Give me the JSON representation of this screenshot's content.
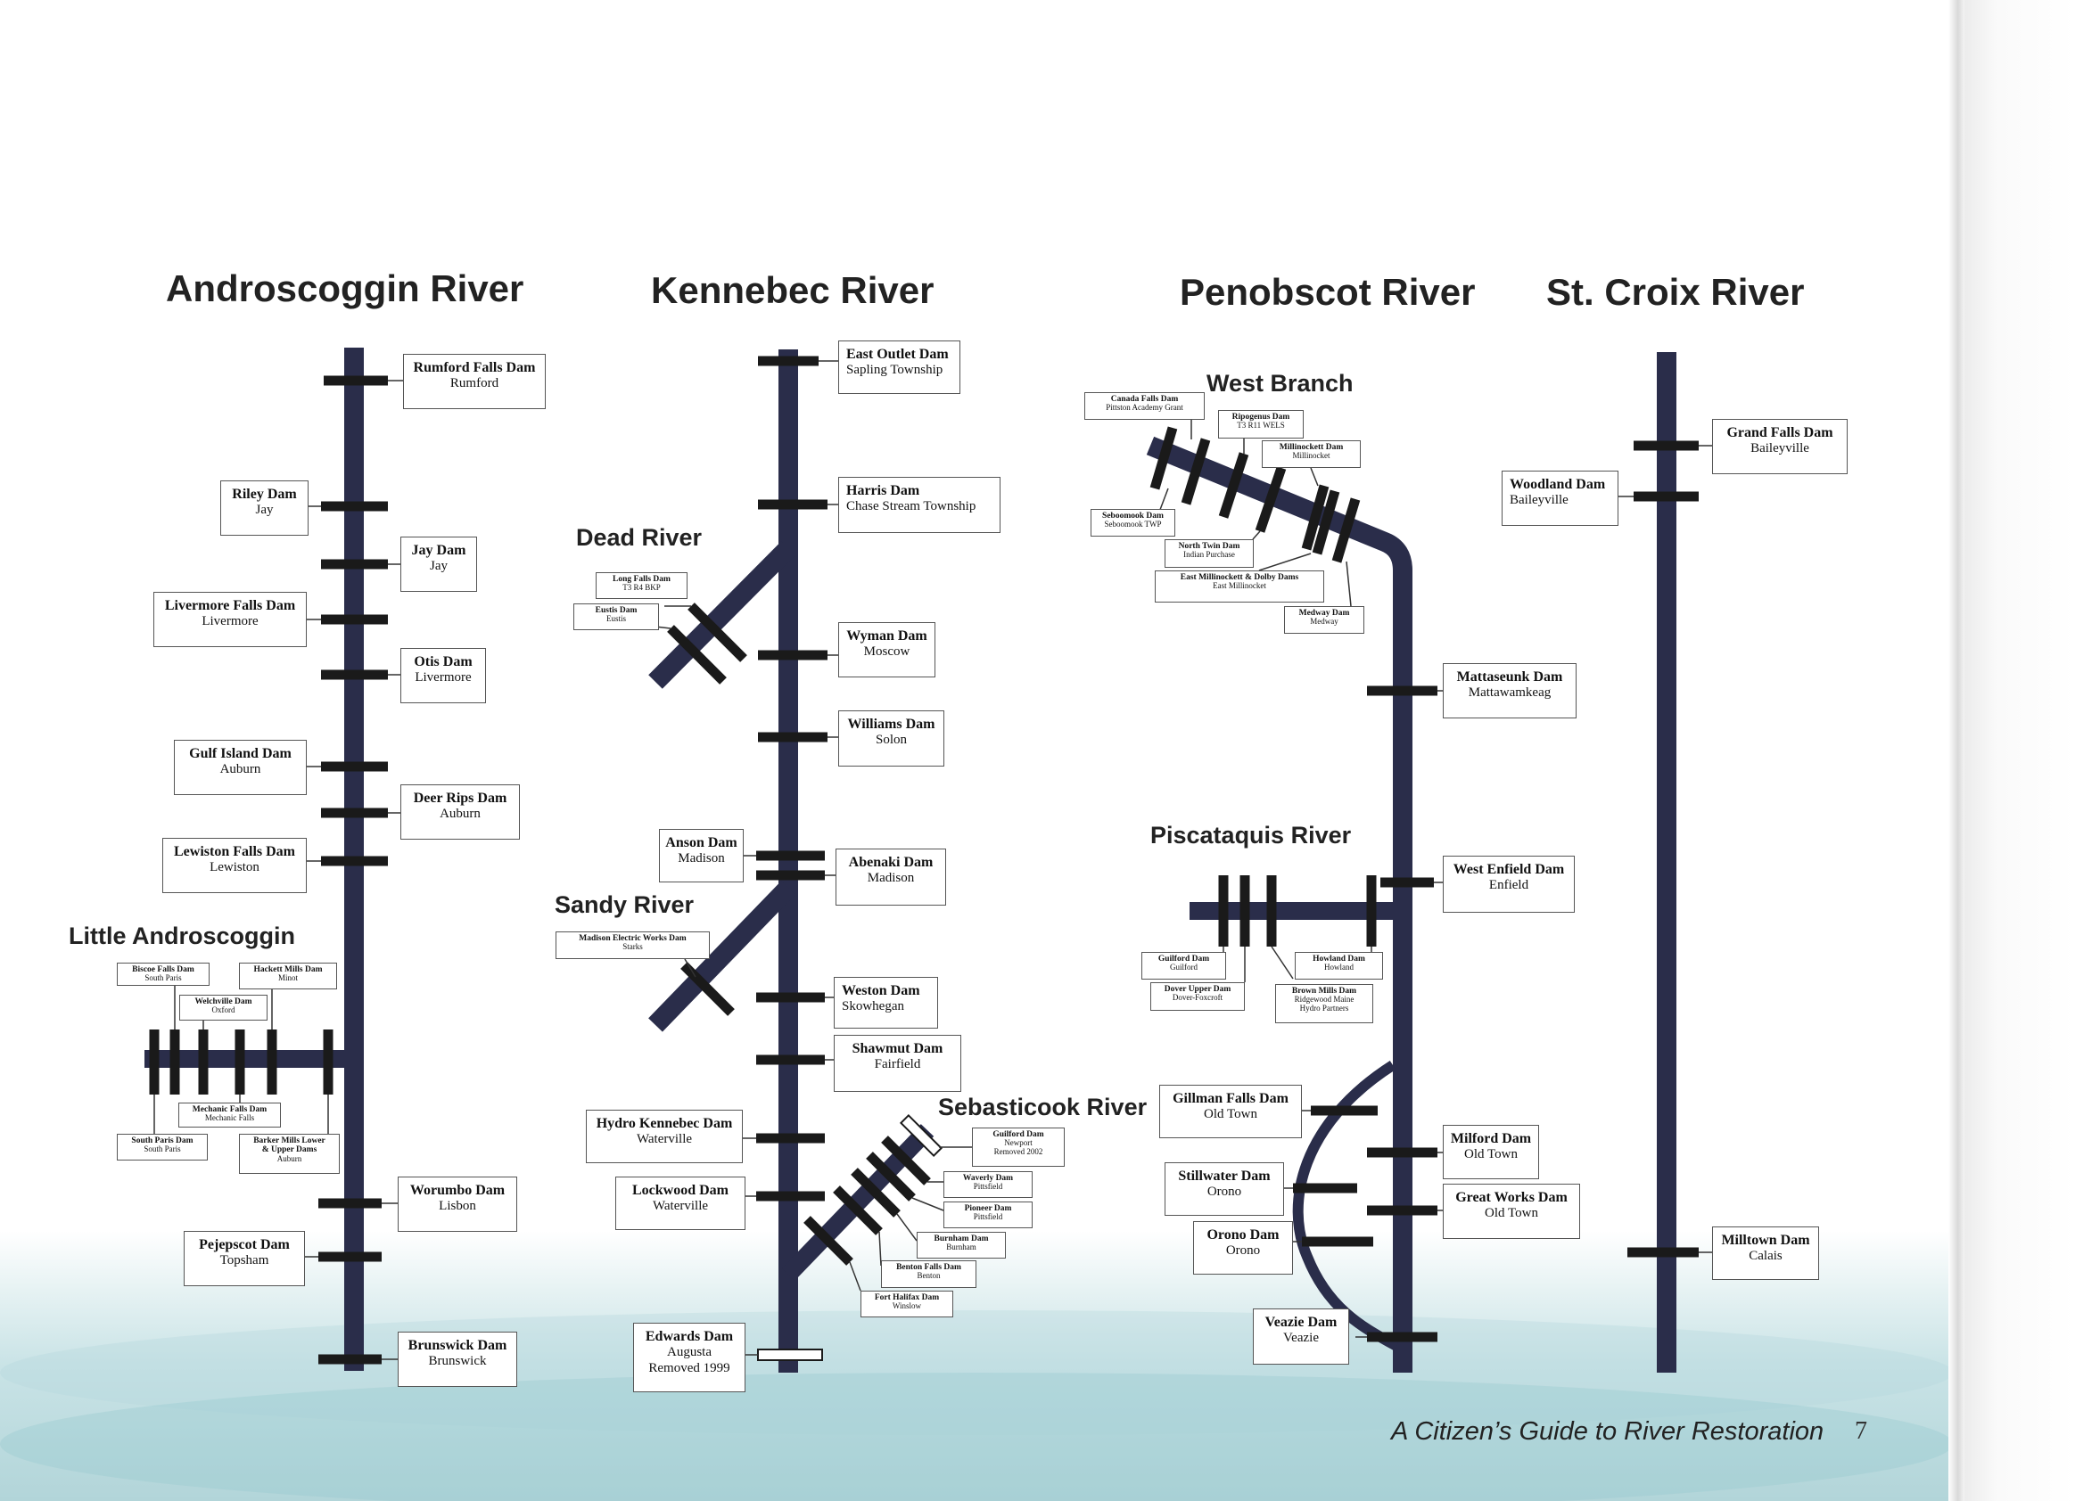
{
  "rivers": {
    "androscoggin": "Androscoggin River",
    "kennebec": "Kennebec River",
    "penobscot": "Penobscot River",
    "stcroix": "St. Croix River"
  },
  "tributaries": {
    "little_androscoggin": "Little Androscoggin",
    "dead": "Dead River",
    "sandy": "Sandy River",
    "sebasticook": "Sebasticook River",
    "west_branch": "West Branch",
    "piscataquis": "Piscataquis River"
  },
  "dams": {
    "rumford_falls": {
      "name": "Rumford Falls Dam",
      "location": "Rumford"
    },
    "riley": {
      "name": "Riley Dam",
      "location": "Jay"
    },
    "jay": {
      "name": "Jay Dam",
      "location": "Jay"
    },
    "livermore_falls": {
      "name": "Livermore Falls Dam",
      "location": "Livermore"
    },
    "otis": {
      "name": "Otis Dam",
      "location": "Livermore"
    },
    "gulf_island": {
      "name": "Gulf Island Dam",
      "location": "Auburn"
    },
    "deer_rips": {
      "name": "Deer Rips Dam",
      "location": "Auburn"
    },
    "lewiston_falls": {
      "name": "Lewiston Falls Dam",
      "location": "Lewiston"
    },
    "biscoe_falls": {
      "name": "Biscoe Falls Dam",
      "location": "South Paris"
    },
    "welchville": {
      "name": "Welchville Dam",
      "location": "Oxford"
    },
    "hackett_mills": {
      "name": "Hackett Mills Dam",
      "location": "Minot"
    },
    "mechanic_falls": {
      "name": "Mechanic Falls Dam",
      "location": "Mechanic Falls"
    },
    "south_paris": {
      "name": "South Paris Dam",
      "location": "South Paris"
    },
    "barker_mills": {
      "name": "Barker Mills Lower",
      "name2": "& Upper Dams",
      "location": "Auburn"
    },
    "worumbo": {
      "name": "Worumbo Dam",
      "location": "Lisbon"
    },
    "pejepscot": {
      "name": "Pejepscot Dam",
      "location": "Topsham"
    },
    "brunswick": {
      "name": "Brunswick Dam",
      "location": "Brunswick"
    },
    "east_outlet": {
      "name": "East Outlet Dam",
      "location": "Sapling Township"
    },
    "harris": {
      "name": "Harris Dam",
      "location": "Chase Stream Township"
    },
    "long_falls": {
      "name": "Long Falls Dam",
      "location": "T3 R4 BKP"
    },
    "eustis": {
      "name": "Eustis Dam",
      "location": "Eustis"
    },
    "wyman": {
      "name": "Wyman Dam",
      "location": "Moscow"
    },
    "williams": {
      "name": "Williams Dam",
      "location": "Solon"
    },
    "anson": {
      "name": "Anson Dam",
      "location": "Madison"
    },
    "abenaki": {
      "name": "Abenaki Dam",
      "location": "Madison"
    },
    "madison_electric": {
      "name": "Madison Electric Works Dam",
      "location": "Starks"
    },
    "weston": {
      "name": "Weston Dam",
      "location": "Skowhegan"
    },
    "shawmut": {
      "name": "Shawmut Dam",
      "location": "Fairfield"
    },
    "hydro_kennebec": {
      "name": "Hydro Kennebec Dam",
      "location": "Waterville"
    },
    "lockwood": {
      "name": "Lockwood Dam",
      "location": "Waterville"
    },
    "edwards": {
      "name": "Edwards Dam",
      "location": "Augusta",
      "extra": "Removed 1999"
    },
    "guilford_newport": {
      "name": "Guilford Dam",
      "location": "Newport",
      "extra": "Removed 2002"
    },
    "waverly": {
      "name": "Waverly Dam",
      "location": "Pittsfield"
    },
    "pioneer": {
      "name": "Pioneer Dam",
      "location": "Pittsfield"
    },
    "burnham": {
      "name": "Burnham Dam",
      "location": "Burnham"
    },
    "benton_falls": {
      "name": "Benton Falls Dam",
      "location": "Benton"
    },
    "fort_halifax": {
      "name": "Fort Halifax Dam",
      "location": "Winslow"
    },
    "canada_falls": {
      "name": "Canada Falls Dam",
      "location": "Pittston Academy Grant"
    },
    "ripogenus": {
      "name": "Ripogenus Dam",
      "location": "T3 R11 WELS"
    },
    "millinockett": {
      "name": "Millinockett Dam",
      "location": "Millinocket"
    },
    "seboomook": {
      "name": "Seboomook Dam",
      "location": "Seboomook TWP"
    },
    "north_twin": {
      "name": "North Twin Dam",
      "location": "Indian Purchase"
    },
    "east_millinockett": {
      "name": "East Millinockett & Dolby Dams",
      "location": "East Millinocket"
    },
    "medway": {
      "name": "Medway Dam",
      "location": "Medway"
    },
    "mattaseunk": {
      "name": "Mattaseunk Dam",
      "location": "Mattawamkeag"
    },
    "west_enfield": {
      "name": "West Enfield Dam",
      "location": "Enfield"
    },
    "guilford_pisc": {
      "name": "Guilford Dam",
      "location": "Guilford"
    },
    "dover_upper": {
      "name": "Dover Upper Dam",
      "location": "Dover-Foxcroft"
    },
    "howland": {
      "name": "Howland Dam",
      "location": "Howland"
    },
    "brown_mills": {
      "name": "Brown Mills Dam",
      "location": "Ridgewood Maine",
      "extra": "Hydro Partners"
    },
    "gillman_falls": {
      "name": "Gillman Falls Dam",
      "location": "Old Town"
    },
    "stillwater": {
      "name": "Stillwater Dam",
      "location": "Orono"
    },
    "orono": {
      "name": "Orono Dam",
      "location": "Orono"
    },
    "milford": {
      "name": "Milford Dam",
      "location": "Old Town"
    },
    "great_works": {
      "name": "Great Works Dam",
      "location": "Old Town"
    },
    "veazie": {
      "name": "Veazie Dam",
      "location": "Veazie"
    },
    "grand_falls": {
      "name": "Grand Falls Dam",
      "location": "Baileyville"
    },
    "woodland": {
      "name": "Woodland Dam",
      "location": "Baileyville"
    },
    "milltown": {
      "name": "Milltown Dam",
      "location": "Calais"
    }
  },
  "footer": {
    "title": "A Citizen’s Guide to River Restoration",
    "page_number": "7"
  },
  "colors": {
    "river": "#2a2d4a",
    "dam_bar": "#1a1a1a",
    "removed": "#ffffff"
  }
}
